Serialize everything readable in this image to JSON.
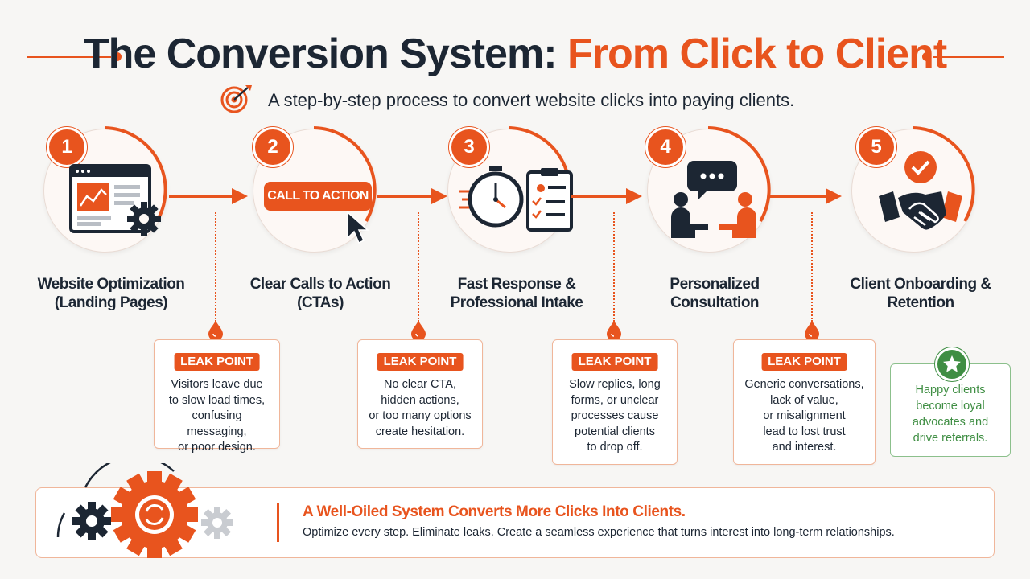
{
  "header": {
    "title_part1": "The Conversion System:",
    "title_part2": "From Click to Client",
    "subtitle": "A step-by-step process to convert website clicks into paying clients.",
    "subtitle_icon": "target-icon"
  },
  "steps": [
    {
      "number": "1",
      "label": "Website Optimization\n(Landing Pages)",
      "icon": "browser-gear-icon"
    },
    {
      "number": "2",
      "label": "Clear Calls to Action\n(CTAs)",
      "icon": "cta-button-icon",
      "cta_text": "CALL TO ACTION"
    },
    {
      "number": "3",
      "label": "Fast Response &\nProfessional Intake",
      "icon": "stopwatch-clipboard-icon"
    },
    {
      "number": "4",
      "label": "Personalized\nConsultation",
      "icon": "consultation-icon"
    },
    {
      "number": "5",
      "label": "Client Onboarding &\nRetention",
      "icon": "handshake-icon"
    }
  ],
  "leak_points": [
    {
      "tag": "LEAK POINT",
      "text": "Visitors leave due\nto slow load times,\nconfusing messaging,\nor poor design."
    },
    {
      "tag": "LEAK POINT",
      "text": "No clear CTA,\nhidden actions,\nor too many options\ncreate hesitation."
    },
    {
      "tag": "LEAK POINT",
      "text": "Slow replies, long\nforms, or unclear\nprocesses cause\npotential clients\nto drop off."
    },
    {
      "tag": "LEAK POINT",
      "text": "Generic conversations,\nlack of value,\nor misalignment\nlead to lost trust\nand interest."
    }
  ],
  "happy": {
    "text": "Happy clients\nbecome loyal\nadvocates and\ndrive referrals.",
    "icon": "star-icon"
  },
  "banner": {
    "headline": "A Well-Oiled System Converts More Clicks Into Clients.",
    "subtext": "Optimize every step. Eliminate leaks. Create a seamless experience that turns interest into long-term relationships.",
    "icon": "gears-icon"
  },
  "colors": {
    "accent": "#e8541e",
    "dark": "#1c2633",
    "green": "#3f8e43",
    "background": "#f7f6f4"
  }
}
